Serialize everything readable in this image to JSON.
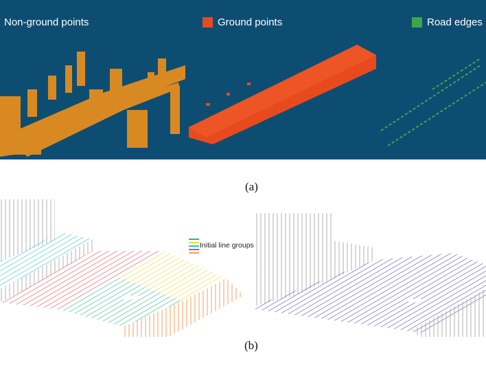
{
  "panel_a": {
    "legend": {
      "non_ground": {
        "label": "Non-ground points",
        "color": "#f0901a"
      },
      "ground": {
        "label": "Ground points",
        "color": "#e84a1e"
      },
      "road_edges": {
        "label": "Road edges",
        "color": "#3aa848"
      }
    },
    "background": "#0e4d72"
  },
  "caption_a": "(a)",
  "panel_b": {
    "legend_label": "Initial line groups",
    "group_colors": [
      "#30c0c8",
      "#e84a5a",
      "#28b487",
      "#e8d830",
      "#f0a060",
      "#5a4cb0"
    ]
  },
  "caption_b": "(b)"
}
